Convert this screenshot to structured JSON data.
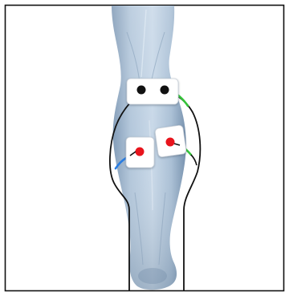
{
  "colors": {
    "background": "#ffffff",
    "border": "#111111",
    "leg_skin_light": "#c6d6e6",
    "leg_skin_mid": "#9fb6ce",
    "leg_skin_shadow": "#6f8aa6",
    "electrode_pad": "#ffffff",
    "electrode_pad_edge": "#c8cfd8",
    "snap_black": "#111111",
    "snap_red": "#e8141c",
    "lead_black": "#111111",
    "lead_green": "#35c23a",
    "lead_blue": "#2a7de1"
  },
  "electrodes": [
    {
      "id": "upper-left",
      "snap_color": "black"
    },
    {
      "id": "upper-right",
      "snap_color": "black"
    },
    {
      "id": "lower-left",
      "snap_color": "red"
    },
    {
      "id": "lower-right",
      "snap_color": "red"
    }
  ],
  "leads": [
    {
      "id": "lead-left",
      "tip_color": "blue"
    },
    {
      "id": "lead-right",
      "tip_color": "green"
    }
  ]
}
